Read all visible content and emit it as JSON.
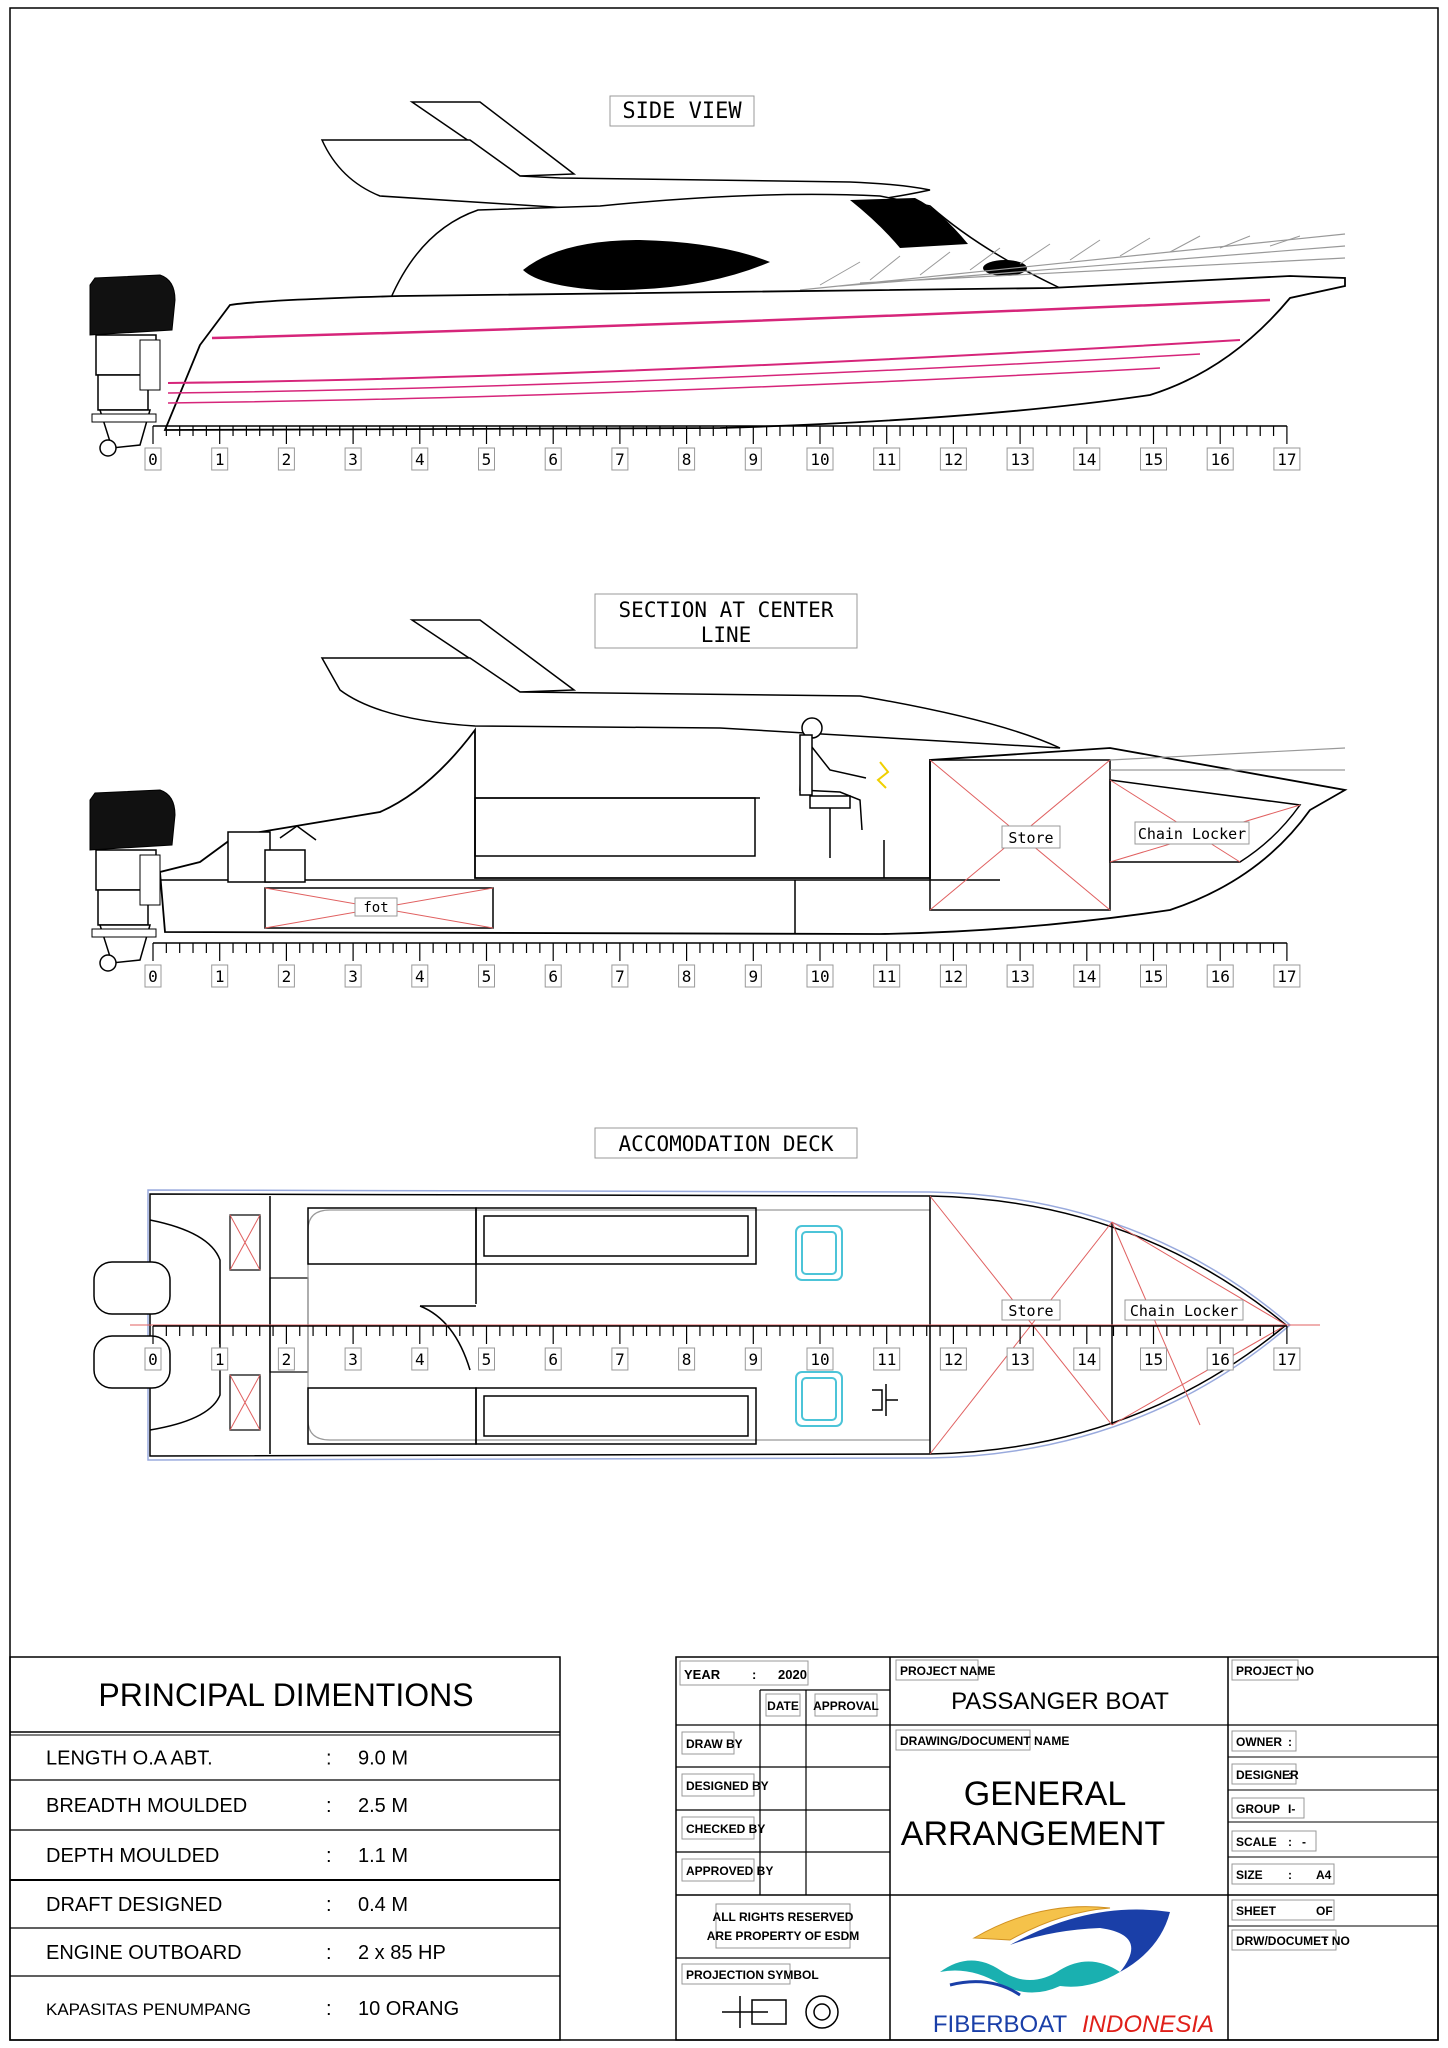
{
  "views": {
    "side": {
      "title": "SIDE VIEW"
    },
    "section": {
      "title_line1": "SECTION AT CENTER",
      "title_line2": "LINE",
      "store": "Store",
      "chain_locker": "Chain Locker",
      "fot": "fot"
    },
    "deck": {
      "title": "ACCOMODATION DECK",
      "store": "Store",
      "chain_locker": "Chain Locker"
    }
  },
  "scale_labels": [
    "0",
    "1",
    "2",
    "3",
    "4",
    "5",
    "6",
    "7",
    "8",
    "9",
    "10",
    "11",
    "12",
    "13",
    "14",
    "15",
    "16",
    "17"
  ],
  "principal": {
    "title": "PRINCIPAL DIMENTIONS",
    "rows": [
      {
        "label": "LENGTH O.A ABT.",
        "sep": ":",
        "value": "9.0 M"
      },
      {
        "label": "BREADTH MOULDED",
        "sep": ":",
        "value": "2.5 M"
      },
      {
        "label": "DEPTH MOULDED",
        "sep": ":",
        "value": "1.1 M"
      },
      {
        "label": "DRAFT DESIGNED",
        "sep": ":",
        "value": "0.4 M"
      },
      {
        "label": "ENGINE OUTBOARD",
        "sep": ":",
        "value": "2 x 85 HP"
      },
      {
        "label": "KAPASITAS PENUMPANG",
        "sep": ":",
        "value": "10 ORANG"
      }
    ]
  },
  "titleblock": {
    "year_label": "YEAR",
    "year_sep": ":",
    "year": "2020",
    "date": "DATE",
    "approval": "APPROVAL",
    "draw_by": "DRAW BY",
    "designed_by": "DESIGNED BY",
    "checked_by": "CHECKED BY",
    "approved_by": "APPROVED BY",
    "rights_1": "ALL RIGHTS RESERVED",
    "rights_2": "ARE PROPERTY OF ESDM",
    "projection": "PROJECTION SYMBOL",
    "project_name_label": "PROJECT NAME",
    "project_name": "PASSANGER BOAT",
    "drawing_label": "DRAWING/DOCUMENT NAME",
    "drawing_1": "GENERAL",
    "drawing_2": "ARRANGEMENT",
    "project_no": "PROJECT NO",
    "owner": "OWNER",
    "owner_sep": ":",
    "designer": "DESIGNER",
    "designer_sep": ":",
    "group": "GROUP",
    "group_val": "I-",
    "scale": "SCALE",
    "scale_sep": ":",
    "scale_val": "-",
    "size": "SIZE",
    "size_sep": ":",
    "size_val": "A4",
    "sheet": "SHEET",
    "sheet_of": "OF",
    "drw_no": "DRW/DOCUMET NO",
    "drw_sep": ":",
    "brand_1": "FIBERBOAT",
    "brand_2": "INDONESIA"
  },
  "colors": {
    "ink": "#000000",
    "waterline": "#d6257a",
    "crossbox": "#e06060",
    "seat": "#4cc4d8",
    "brand_blue": "#1a3fa8",
    "brand_red": "#e0201a",
    "logo_gold": "#f5c24a",
    "logo_teal": "#1ab0b0"
  }
}
